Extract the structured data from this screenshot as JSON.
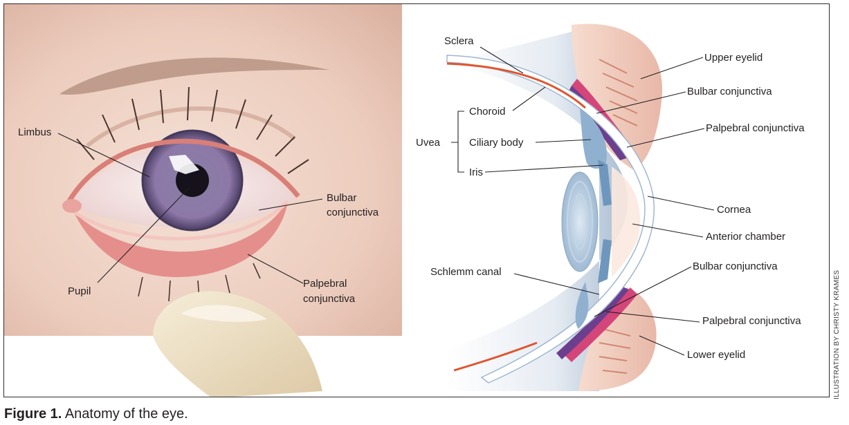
{
  "front_view": {
    "labels": {
      "limbus": "Limbus",
      "pupil": "Pupil",
      "bulbar_line1": "Bulbar",
      "bulbar_line2": "conjunctiva",
      "palpebral_line1": "Palpebral",
      "palpebral_line2": "conjunctiva"
    }
  },
  "cross_section": {
    "labels": {
      "sclera": "Sclera",
      "choroid": "Choroid",
      "ciliary_body": "Ciliary body",
      "iris": "Iris",
      "uvea": "Uvea",
      "upper_eyelid": "Upper eyelid",
      "bulbar_upper": "Bulbar conjunctiva",
      "palpebral_upper": "Palpebral conjunctiva",
      "cornea": "Cornea",
      "anterior_chamber": "Anterior chamber",
      "schlemm_canal": "Schlemm canal",
      "bulbar_lower": "Bulbar conjunctiva",
      "palpebral_lower": "Palpebral conjunctiva",
      "lower_eyelid": "Lower eyelid"
    }
  },
  "credit": "ILLUSTRATION BY CHRISTY KRAMES",
  "caption": {
    "label": "Figure 1.",
    "text": " Anatomy of the eye."
  },
  "colors": {
    "skin": "#f1d8cc",
    "iris": "#7d6a9c",
    "conjunctiva_pink": "#e0507f",
    "sclera_blue": "#b9cfe2",
    "choroid_orange": "#e0552d"
  }
}
